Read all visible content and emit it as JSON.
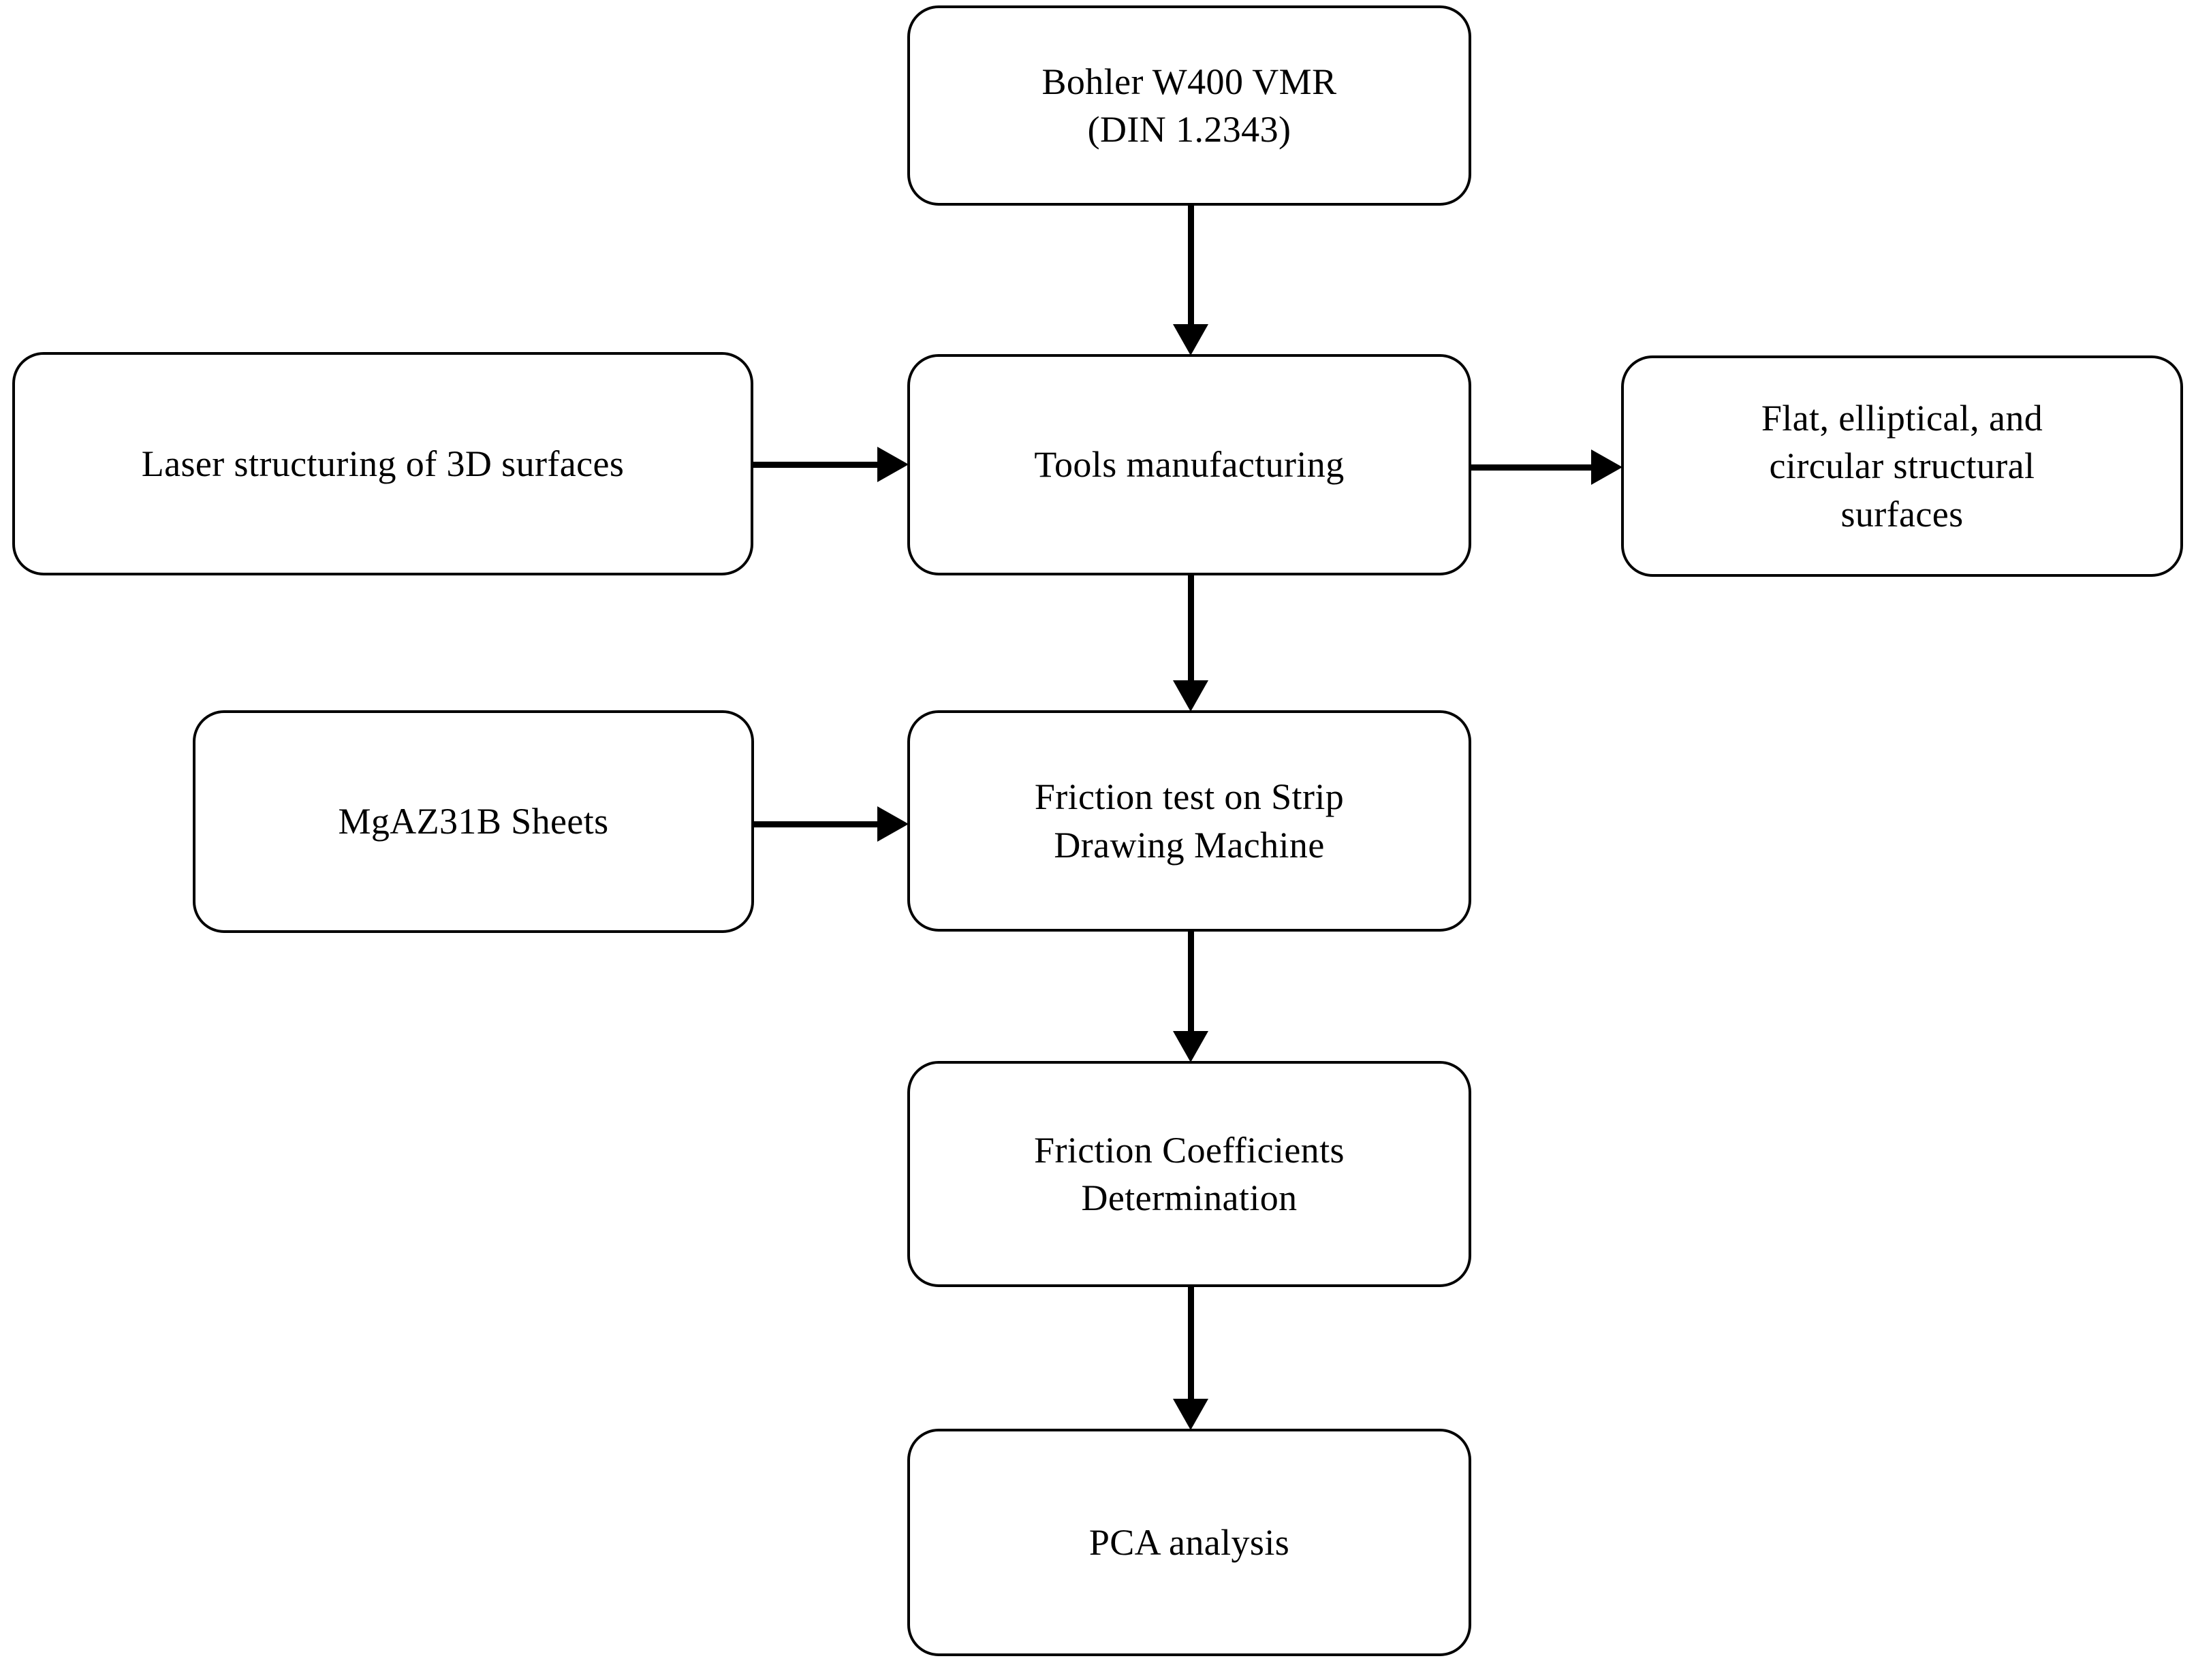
{
  "diagram": {
    "title": "Experimental methodology flowchart",
    "background_color": "#ffffff",
    "line_color": "#000000",
    "text_color": "#000000"
  },
  "nodes": {
    "material": {
      "name": "Bohler W400 VMR (DIN 1.2343)",
      "lines": [
        "Bohler W400 VMR",
        "(DIN 1.2343)"
      ]
    },
    "laser": {
      "name": "Laser structuring of 3D surfaces",
      "lines": [
        "Laser structuring of 3D surfaces"
      ]
    },
    "tools": {
      "name": "Tools manufacturing",
      "lines": [
        "Tools manufacturing"
      ]
    },
    "surfaces": {
      "name": "Flat, elliptical, and circular structural surfaces",
      "lines": [
        "Flat, elliptical, and",
        "circular structural",
        "surfaces"
      ]
    },
    "sheets": {
      "name": "MgAZ31B Sheets",
      "lines": [
        "MgAZ31B Sheets"
      ]
    },
    "friction_test": {
      "name": "Friction test on Strip Drawing Machine",
      "lines": [
        "Friction test on  Strip",
        "Drawing Machine"
      ]
    },
    "coefficients": {
      "name": "Friction Coefficients Determination",
      "lines": [
        "Friction Coefficients",
        "Determination"
      ]
    },
    "pca": {
      "name": "PCA analysis",
      "lines": [
        "PCA analysis"
      ]
    }
  },
  "connectors": [
    {
      "id": "material-tools",
      "from": "material",
      "to": "tools",
      "direction": "down"
    },
    {
      "id": "laser-tools",
      "from": "laser",
      "to": "tools",
      "direction": "right"
    },
    {
      "id": "tools-surfaces",
      "from": "tools",
      "to": "surfaces",
      "direction": "right"
    },
    {
      "id": "tools-friction",
      "from": "tools",
      "to": "friction_test",
      "direction": "down"
    },
    {
      "id": "sheets-friction",
      "from": "sheets",
      "to": "friction_test",
      "direction": "right"
    },
    {
      "id": "friction-coeff",
      "from": "friction_test",
      "to": "coefficients",
      "direction": "down"
    },
    {
      "id": "coeff-pca",
      "from": "coefficients",
      "to": "pca",
      "direction": "down"
    }
  ]
}
